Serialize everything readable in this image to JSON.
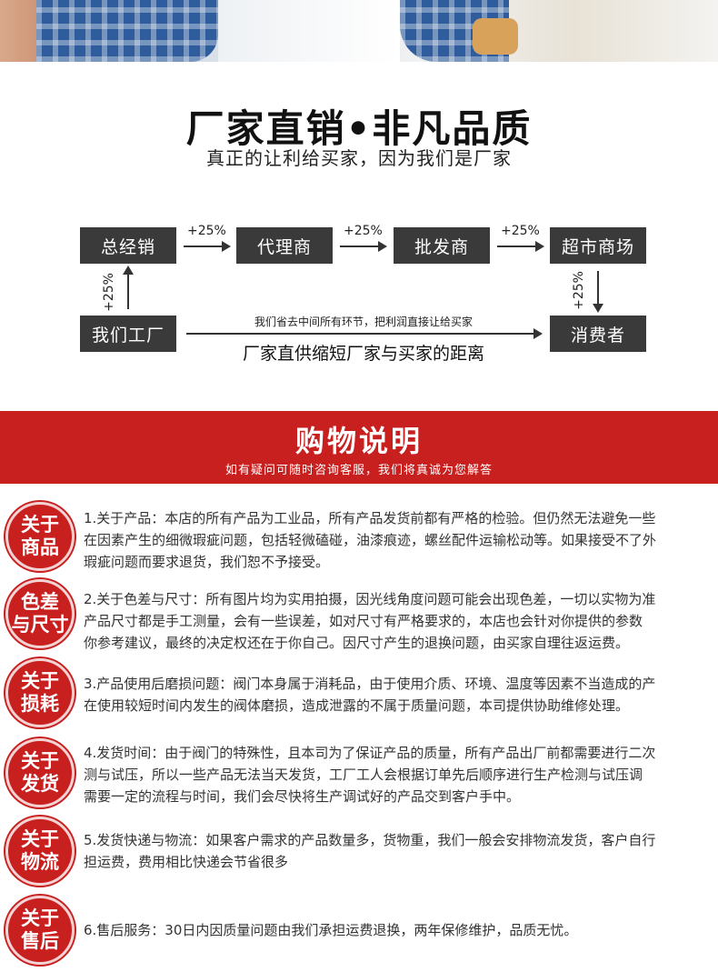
{
  "slogan": {
    "title": "厂家直销•非凡品质",
    "subtitle": "真正的让利给买家，因为我们是厂家"
  },
  "flow": {
    "nodes": {
      "distributor": "总经销",
      "agent": "代理商",
      "wholesaler": "批发商",
      "supermarket": "超市商场",
      "factory": "我们工厂",
      "consumer": "消费者"
    },
    "markup": "+25%",
    "middle_note": "我们省去中间所有环节，把利润直接让给买家",
    "middle_caption": "厂家直供缩短厂家与买家的距离"
  },
  "banner": {
    "title": "购物说明",
    "subtitle": "如有疑问可随时咨询客服，我们将真诚为您解答"
  },
  "notes": [
    {
      "badge_top": "关于",
      "badge_bottom": "商品",
      "lines": [
        "1.关于产品：本店的所有产品为工业品，所有产品发货前都有严格的检验。但仍然无法避免一些",
        "在因素产生的细微瑕疵问题，包括轻微磕碰，油漆痕迹，螺丝配件运输松动等。如果接受不了外",
        "瑕疵问题而要求退货，我们恕不予接受。"
      ]
    },
    {
      "badge_top": "色差",
      "badge_bottom": "与尺寸",
      "lines": [
        "2.关于色差与尺寸：所有图片均为实用拍摄，因光线角度问题可能会出现色差，一切以实物为准",
        "产品尺寸都是手工测量，会有一些误差，如对尺寸有严格要求的，本店也会针对你提供的参数",
        "你参考建议，最终的决定权还在于你自己。因尺寸产生的退换问题，由买家自理往返运费。"
      ]
    },
    {
      "badge_top": "关于",
      "badge_bottom": "损耗",
      "lines": [
        "3.产品使用后磨损问题：阀门本身属于消耗品，由于使用介质、环境、温度等因素不当造成的产",
        "在使用较短时间内发生的阀体磨损，造成泄露的不属于质量问题，本司提供协助维修处理。"
      ]
    },
    {
      "badge_top": "关于",
      "badge_bottom": "发货",
      "lines": [
        "4.发货时间：由于阀门的特殊性，且本司为了保证产品的质量，所有产品出厂前都需要进行二次",
        "测与试压，所以一些产品无法当天发货，工厂工人会根据订单先后顺序进行生产检测与试压调",
        "需要一定的流程与时间，我们会尽快将生产调试好的产品交到客户手中。"
      ]
    },
    {
      "badge_top": "关于",
      "badge_bottom": "物流",
      "lines": [
        "5.发货快递与物流：如果客户需求的产品数量多，货物重，我们一般会安排物流发货，客户自行",
        "担运费，费用相比快递会节省很多"
      ]
    },
    {
      "badge_top": "关于",
      "badge_bottom": "售后",
      "lines": [
        "6.售后服务：30日内因质量问题由我们承担运费退换，两年保修维护，品质无忧。"
      ]
    }
  ]
}
